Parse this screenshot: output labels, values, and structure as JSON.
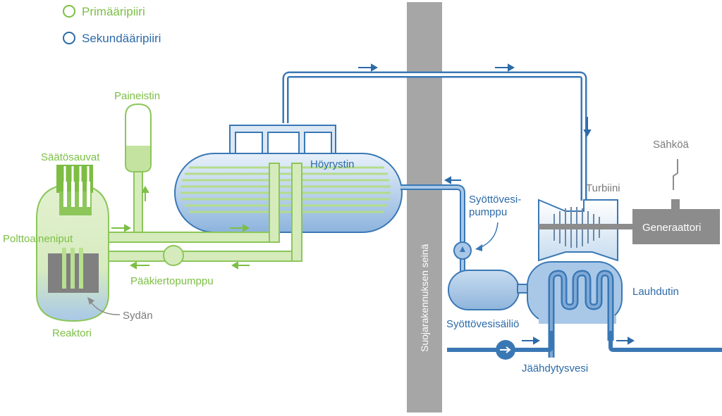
{
  "legend": {
    "primary": {
      "label": "Primääripiiri",
      "color": "#7cbf45"
    },
    "secondary": {
      "label": "Sekundääripiiri",
      "color": "#2c6aa8"
    }
  },
  "labels": {
    "pressurizer": "Paineistin",
    "control_rods": "Säätösauvat",
    "fuel_rods": "Polttoaineniput",
    "core": "Sydän",
    "reactor": "Reaktori",
    "main_pump": "Pääkiertopumppu",
    "steam_generator": "Höyrystin",
    "wall": "Suojarakennuksen seinä",
    "feed_pump_line1": "Syöttövesi-",
    "feed_pump_line2": "pumppu",
    "feed_tank": "Syöttövesisäiliö",
    "turbine": "Turbiini",
    "generator": "Generaattori",
    "electricity": "Sähköä",
    "condenser": "Lauhdutin",
    "cooling_water": "Jäähdytysvesi"
  },
  "colors": {
    "primary_pipe": "#d6ebbb",
    "primary_stroke": "#8cc65a",
    "secondary_stroke": "#3a78b5",
    "vessel_blue": "#a9c8e8",
    "wall": "#a6a6a6",
    "generator": "#8c8c8c"
  }
}
